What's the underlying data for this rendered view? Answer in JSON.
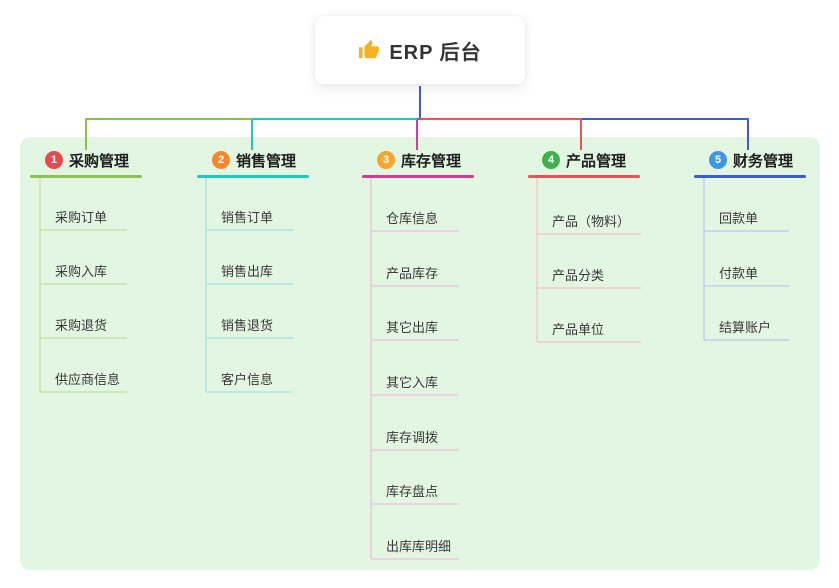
{
  "root": {
    "title": "ERP 后台",
    "icon": "thumbs-up-icon"
  },
  "branches": [
    {
      "number": "1",
      "label": "采购管理",
      "badge_color": "#e8494f",
      "line_color": "#8cc152",
      "light_color": "#c3e1a0",
      "children": [
        "采购订单",
        "采购入库",
        "采购退货",
        "供应商信息"
      ]
    },
    {
      "number": "2",
      "label": "销售管理",
      "badge_color": "#f6882c",
      "line_color": "#1fc6c6",
      "light_color": "#a6e2e2",
      "children": [
        "销售订单",
        "销售出库",
        "销售退货",
        "客户信息"
      ]
    },
    {
      "number": "3",
      "label": "库存管理",
      "badge_color": "#f7a52f",
      "line_color": "#d23c96",
      "light_color": "#ecc0da",
      "children": [
        "仓库信息",
        "产品库存",
        "其它出库",
        "其它入库",
        "库存调拨",
        "库存盘点",
        "出库库明细"
      ]
    },
    {
      "number": "4",
      "label": "产品管理",
      "badge_color": "#41b14e",
      "line_color": "#ee5253",
      "light_color": "#f4c1c1",
      "children": [
        "产品（物料）",
        "产品分类",
        "产品单位"
      ]
    },
    {
      "number": "5",
      "label": "财务管理",
      "badge_color": "#3d97e8",
      "line_color": "#3b5bd9",
      "light_color": "#bac8ef",
      "children": [
        "回款单",
        "付款单",
        "结算账户"
      ]
    }
  ],
  "colors": {
    "canvas_bg": "#ffffff",
    "panel_bg": "#e2f6e2",
    "root_line": "#3b5bd9",
    "thumb_icon": "#f5b324"
  }
}
